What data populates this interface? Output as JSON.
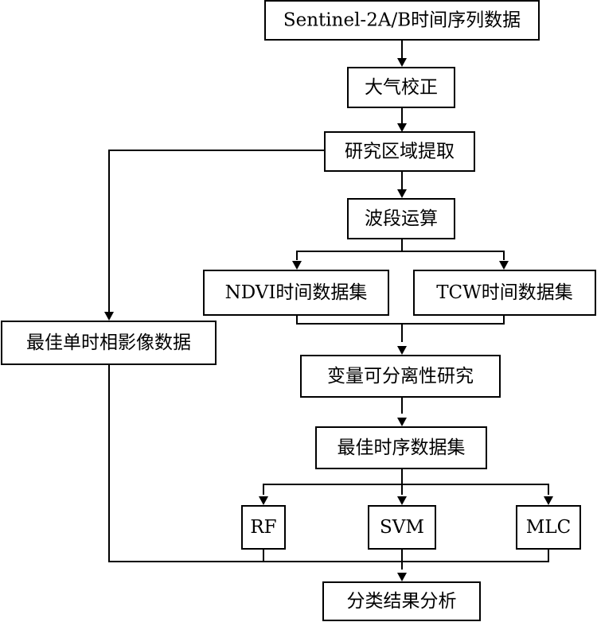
{
  "nodes": {
    "sentinel": "Sentinel-2A/B时间序列数据",
    "atmos": "大气校正",
    "extract": "研究区域提取",
    "band_calc": "波段运算",
    "ndvi": "NDVI时间数据集",
    "tcw": "TCW时间数据集",
    "best_single": "最佳单时相影像数据",
    "separability": "变量可分离性研究",
    "best_series": "最佳时序数据集",
    "rf": "RF",
    "svm": "SVM",
    "mlc": "MLC",
    "result": "分类结果分析"
  }
}
